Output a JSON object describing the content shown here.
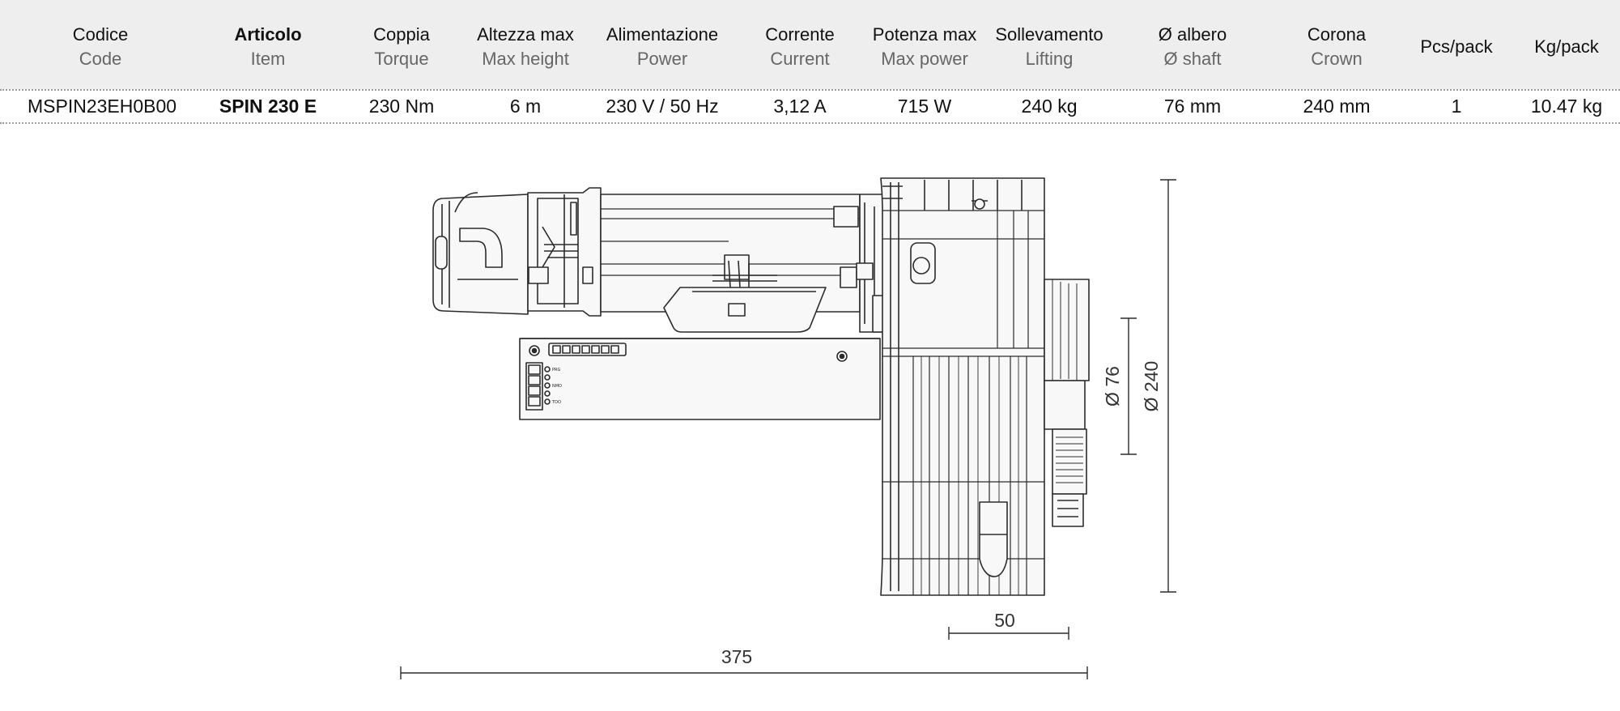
{
  "table": {
    "columns": [
      {
        "it": "Codice",
        "en": "Code"
      },
      {
        "it": "Articolo",
        "en": "Item"
      },
      {
        "it": "Coppia",
        "en": "Torque"
      },
      {
        "it": "Altezza max",
        "en": "Max height"
      },
      {
        "it": "Alimentazione",
        "en": "Power"
      },
      {
        "it": "Corrente",
        "en": "Current"
      },
      {
        "it": "Potenza max",
        "en": "Max power"
      },
      {
        "it": "Sollevamento",
        "en": "Lifting"
      },
      {
        "it": "Ø albero",
        "en": "Ø shaft"
      },
      {
        "it": "Corona",
        "en": "Crown"
      },
      {
        "it": "Pcs/pack",
        "en": ""
      },
      {
        "it": "Kg/pack",
        "en": ""
      }
    ],
    "row": [
      "MSPIN23EH0B00",
      "SPIN 230 E",
      "230 Nm",
      "6 m",
      "230 V / 50 Hz",
      "3,12 A",
      "715 W",
      "240 kg",
      "76 mm",
      "240 mm",
      "1",
      "10.47 kg"
    ]
  },
  "drawing": {
    "dim_shaft": "Ø 76",
    "dim_crown": "Ø 240",
    "dim_width": "50",
    "dim_length": "375",
    "terminal_labels": [
      "PRG",
      "NMO",
      "TOO"
    ]
  },
  "colors": {
    "header_bg": "#eeeeee",
    "line": "#2b2b2b",
    "body_fill": "#f7f7f7"
  }
}
